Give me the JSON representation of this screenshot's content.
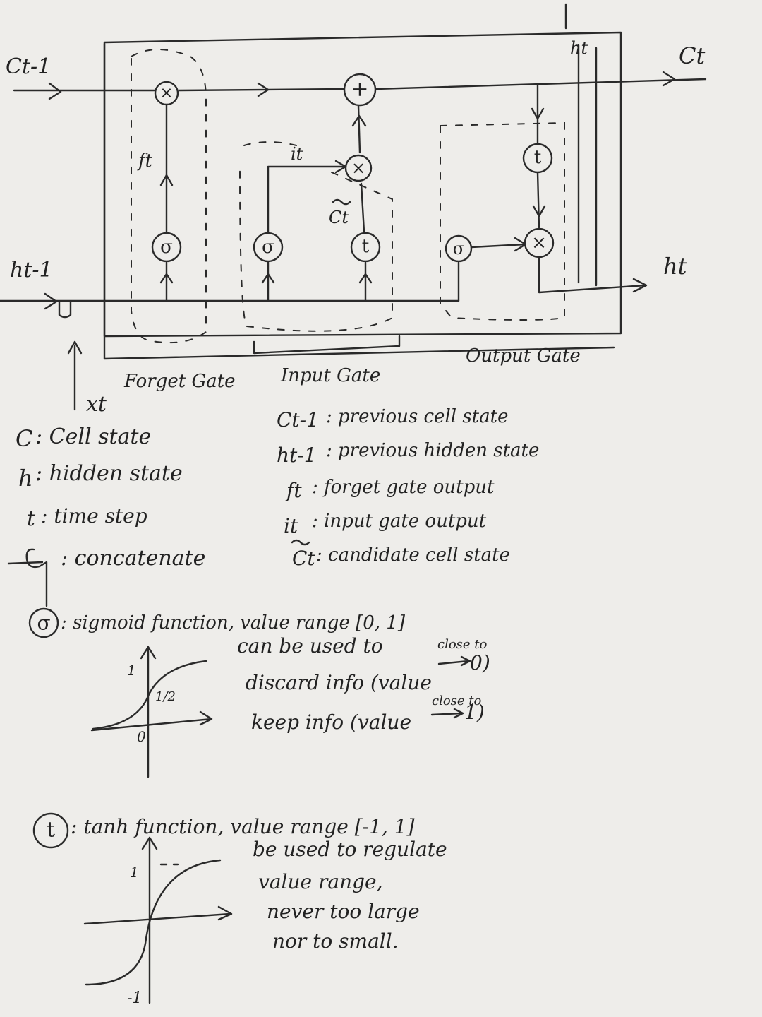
{
  "diagram": {
    "inputs": {
      "c_prev": "Ct-1",
      "h_prev": "ht-1",
      "x": "xt"
    },
    "outputs": {
      "c": "Ct",
      "h": "ht",
      "h_top": "ht"
    },
    "gates": {
      "forget": "Forget Gate",
      "input": "Input Gate",
      "output": "Output Gate"
    },
    "wire_labels": {
      "ft": "ft",
      "it": "it",
      "ct_tilde": "Ct"
    },
    "nodes": {
      "multiply": "×",
      "add": "+",
      "sigmoid": "σ",
      "tanh": "t"
    }
  },
  "legend_left": [
    {
      "symbol": "C",
      "text": ": Cell state"
    },
    {
      "symbol": "h",
      "text": ": hidden state"
    },
    {
      "symbol": "t",
      "text": ": time step"
    },
    {
      "symbol": "",
      "text": ": concatenate"
    }
  ],
  "legend_right": [
    {
      "symbol": "Ct-1",
      "text": ": previous cell state"
    },
    {
      "symbol": "ht-1",
      "text": ": previous hidden state"
    },
    {
      "symbol": "ft",
      "text": ": forget gate output"
    },
    {
      "symbol": "it",
      "text": ": input gate output"
    },
    {
      "symbol": "Ct",
      "text": ": candidate cell state"
    }
  ],
  "sigmoid_note": {
    "header": ": sigmoid function, value range [0, 1]",
    "lines": [
      "can be used to",
      "discard info (value",
      "keep info (value"
    ],
    "line_endings": [
      "0)",
      "1)"
    ],
    "arrow_caption": "close to",
    "axis_ticks": [
      "1",
      "1/2",
      "0"
    ]
  },
  "tanh_note": {
    "header": ": tanh function, value range [-1, 1]",
    "lines": [
      "be used to regulate",
      "value range,",
      "never too large",
      "nor to small."
    ],
    "axis_ticks": [
      "1",
      "-1"
    ]
  }
}
